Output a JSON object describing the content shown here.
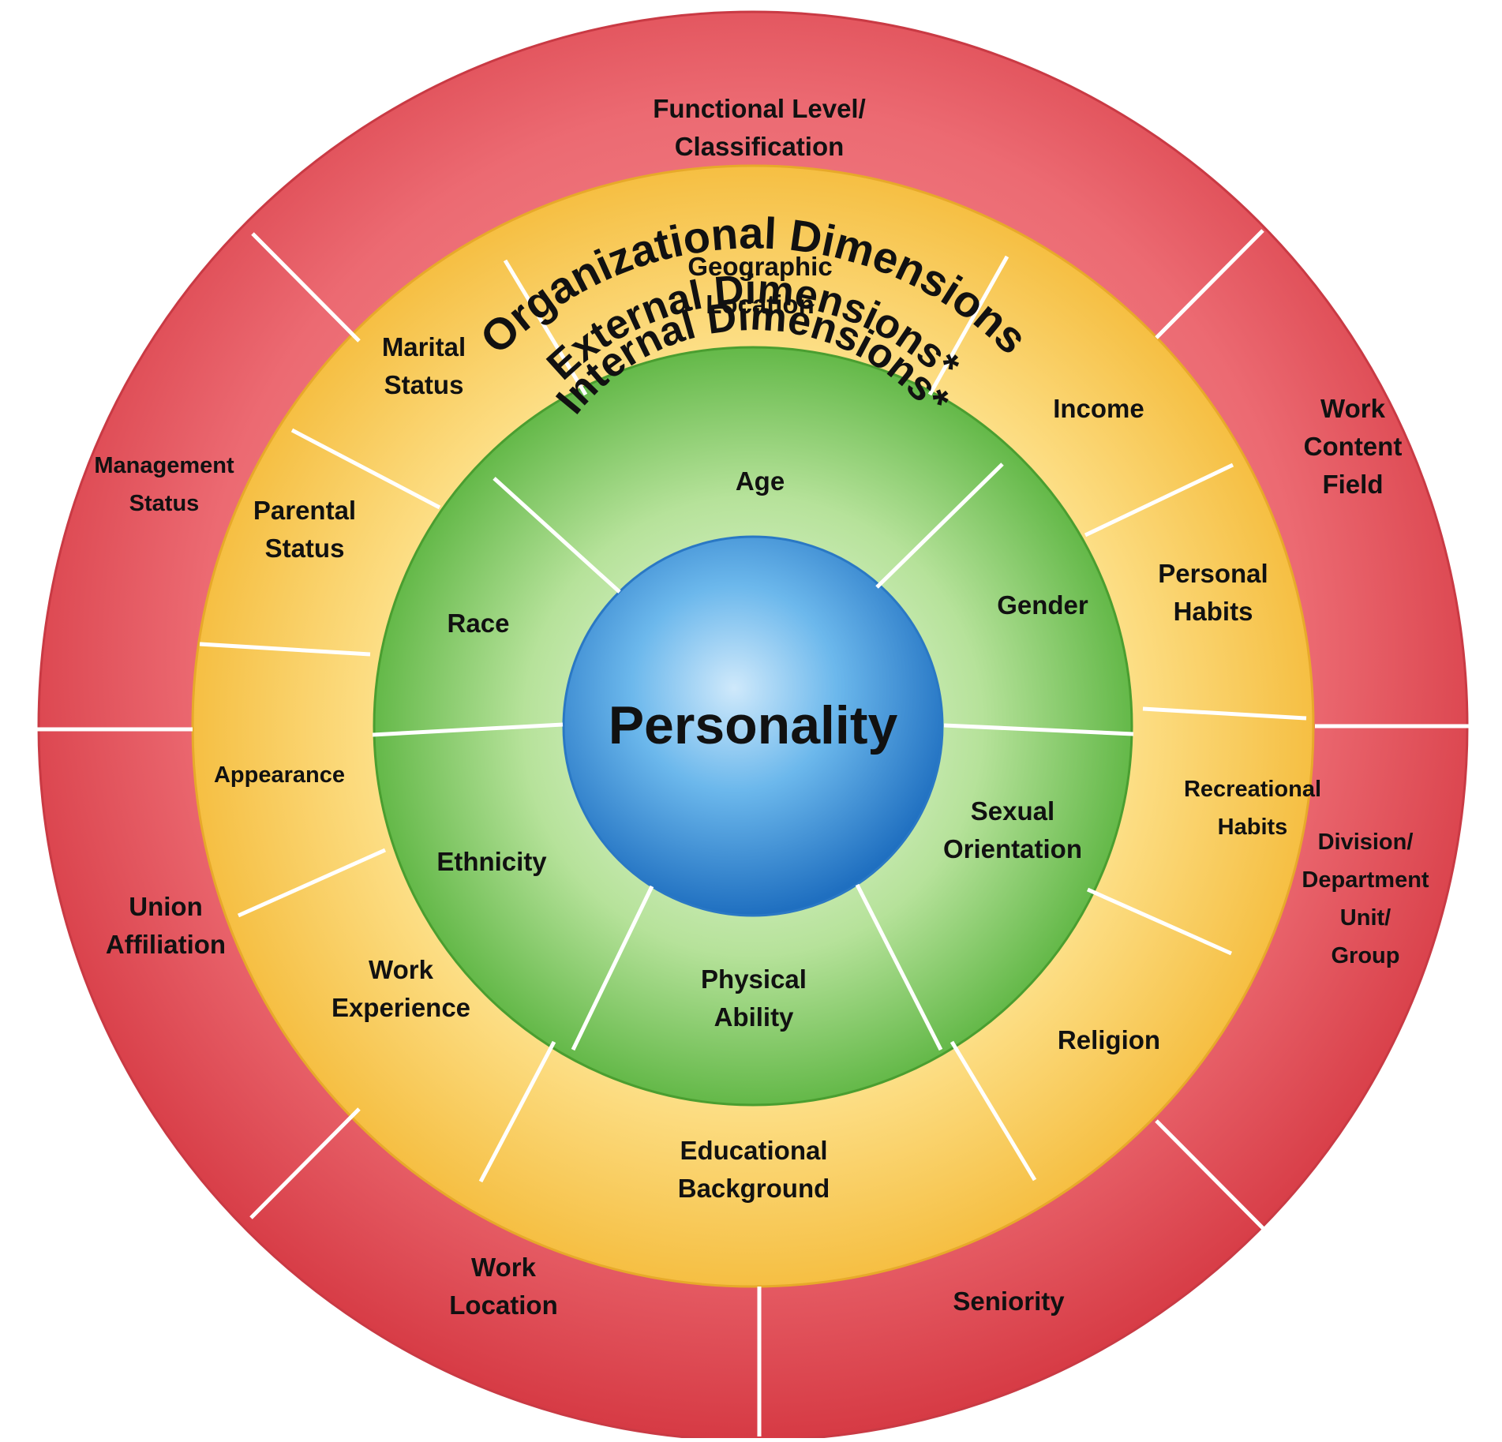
{
  "center": {
    "label": "Personality",
    "color": "#3b8fd4"
  },
  "internal_ring": {
    "title": "Internal Dimensions*",
    "color": "#6cc24a",
    "segments": [
      {
        "lines": [
          "Age"
        ]
      },
      {
        "lines": [
          "Gender"
        ]
      },
      {
        "lines": [
          "Sexual",
          "Orientation"
        ]
      },
      {
        "lines": [
          "Physical",
          "Ability"
        ]
      },
      {
        "lines": [
          "Ethnicity"
        ]
      },
      {
        "lines": [
          "Race"
        ]
      }
    ]
  },
  "external_ring": {
    "title": "External Dimensions*",
    "color": "#f7c640",
    "segments": [
      {
        "lines": [
          "Geographic",
          "Location"
        ]
      },
      {
        "lines": [
          "Income"
        ]
      },
      {
        "lines": [
          "Personal",
          "Habits"
        ]
      },
      {
        "lines": [
          "Recreational",
          "Habits"
        ]
      },
      {
        "lines": [
          "Religion"
        ]
      },
      {
        "lines": [
          "Educational",
          "Background"
        ]
      },
      {
        "lines": [
          "Work",
          "Experience"
        ]
      },
      {
        "lines": [
          "Appearance"
        ]
      },
      {
        "lines": [
          "Parental",
          "Status"
        ]
      },
      {
        "lines": [
          "Marital",
          "Status"
        ]
      }
    ]
  },
  "organizational_ring": {
    "title": "Organizational Dimensions",
    "color": "#e8545e",
    "segments": [
      {
        "lines": [
          "Functional Level/",
          "Classification"
        ]
      },
      {
        "lines": [
          "Work",
          "Content",
          "Field"
        ]
      },
      {
        "lines": [
          "Division/",
          "Department",
          "Unit/",
          "Group"
        ]
      },
      {
        "lines": [
          "Seniority"
        ]
      },
      {
        "lines": [
          "Work",
          "Location"
        ]
      },
      {
        "lines": [
          "Union",
          "Affiliation"
        ]
      },
      {
        "lines": [
          "Management",
          "Status"
        ]
      }
    ]
  }
}
